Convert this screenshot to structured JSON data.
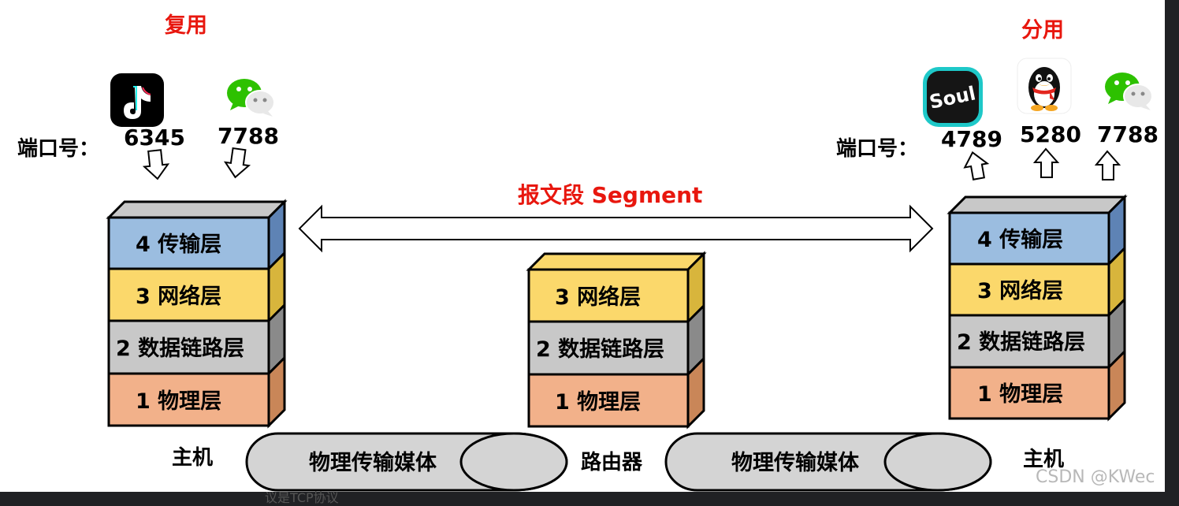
{
  "titles": {
    "mux": "复用",
    "demux": "分用",
    "segment": "报文段 Segment"
  },
  "left_host": {
    "port_label": "端口号：",
    "ports": [
      "6345",
      "7788"
    ],
    "apps": [
      "tiktok",
      "wechat"
    ],
    "layers": [
      "4  传输层",
      "3  网络层",
      "2 数据链路层",
      "1  物理层"
    ],
    "label": "主机"
  },
  "router": {
    "layers": [
      "3  网络层",
      "2 数据链路层",
      "1  物理层"
    ],
    "label": "路由器"
  },
  "right_host": {
    "port_label": "端口号：",
    "ports": [
      "4789",
      "5280",
      "7788"
    ],
    "apps": [
      "soul",
      "qq",
      "wechat"
    ],
    "layers": [
      "4  传输层",
      "3  网络层",
      "2 数据链路层",
      "1  物理层"
    ],
    "label": "主机"
  },
  "media": [
    "物理传输媒体",
    "物理传输媒体"
  ],
  "watermark": "CSDN @KWec",
  "clipped_text": "议是TCP协议",
  "colors": {
    "transport": "#9bbde0",
    "network": "#fbd86b",
    "datalink": "#c8c8c8",
    "physical": "#f2b18a",
    "highlight": "#e8170e",
    "media": "#d4d4d4"
  }
}
